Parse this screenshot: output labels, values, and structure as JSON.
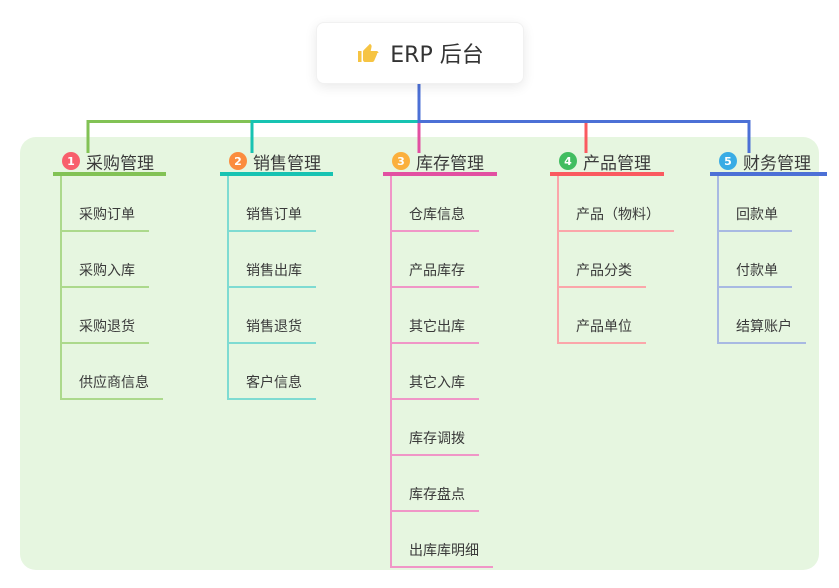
{
  "root": {
    "title": "ERP 后台",
    "icon": "thumbs-up-icon",
    "icon_color": "#f6c443",
    "line_color": "#4c70d6"
  },
  "panel": {
    "background": "#e6f6e0"
  },
  "branches": [
    {
      "badge": "1",
      "title": "采购管理",
      "badge_color": "#f85f6c",
      "line_color": "#82c255",
      "light_color": "#acd98c",
      "children": [
        "采购订单",
        "采购入库",
        "采购退货",
        "供应商信息"
      ]
    },
    {
      "badge": "2",
      "title": "销售管理",
      "badge_color": "#fb8c3e",
      "line_color": "#17c3b2",
      "light_color": "#7edbd2",
      "children": [
        "销售订单",
        "销售出库",
        "销售退货",
        "客户信息"
      ]
    },
    {
      "badge": "3",
      "title": "库存管理",
      "badge_color": "#fbb03d",
      "line_color": "#e250a2",
      "light_color": "#f096c7",
      "children": [
        "仓库信息",
        "产品库存",
        "其它出库",
        "其它入库",
        "库存调拨",
        "库存盘点",
        "出库库明细"
      ]
    },
    {
      "badge": "4",
      "title": "产品管理",
      "badge_color": "#41bd60",
      "line_color": "#fa5a60",
      "light_color": "#fba6aa",
      "children": [
        "产品（物料）",
        "产品分类",
        "产品单位"
      ]
    },
    {
      "badge": "5",
      "title": "财务管理",
      "badge_color": "#39ace5",
      "line_color": "#4c70d6",
      "light_color": "#a8b9e2",
      "children": [
        "回款单",
        "付款单",
        "结算账户"
      ]
    }
  ]
}
